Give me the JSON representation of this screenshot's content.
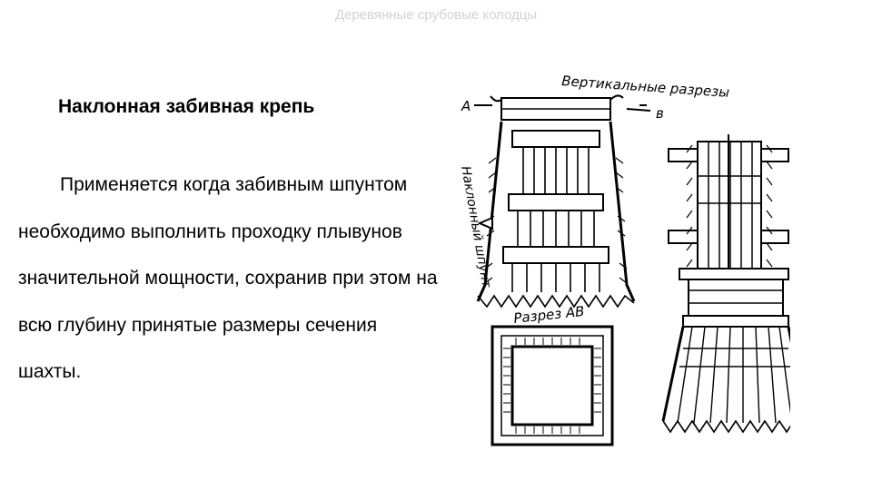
{
  "header": {
    "title": "Деревянные срубовые колодцы"
  },
  "slide": {
    "heading": "Наклонная забивная крепь",
    "paragraph": "Применяется когда забивным шпунтом необходимо выполнить проходку плывунов значительной мощности, сохранив при этом на всю глубину принятые размеры сечения шахты."
  },
  "figure": {
    "label_vertical_sections": "Вертикальные разрезы",
    "label_a": "А",
    "label_b": "в",
    "label_sheet_pile": "Наклонный шпунт",
    "label_section_ab": "Разрез АВ"
  }
}
